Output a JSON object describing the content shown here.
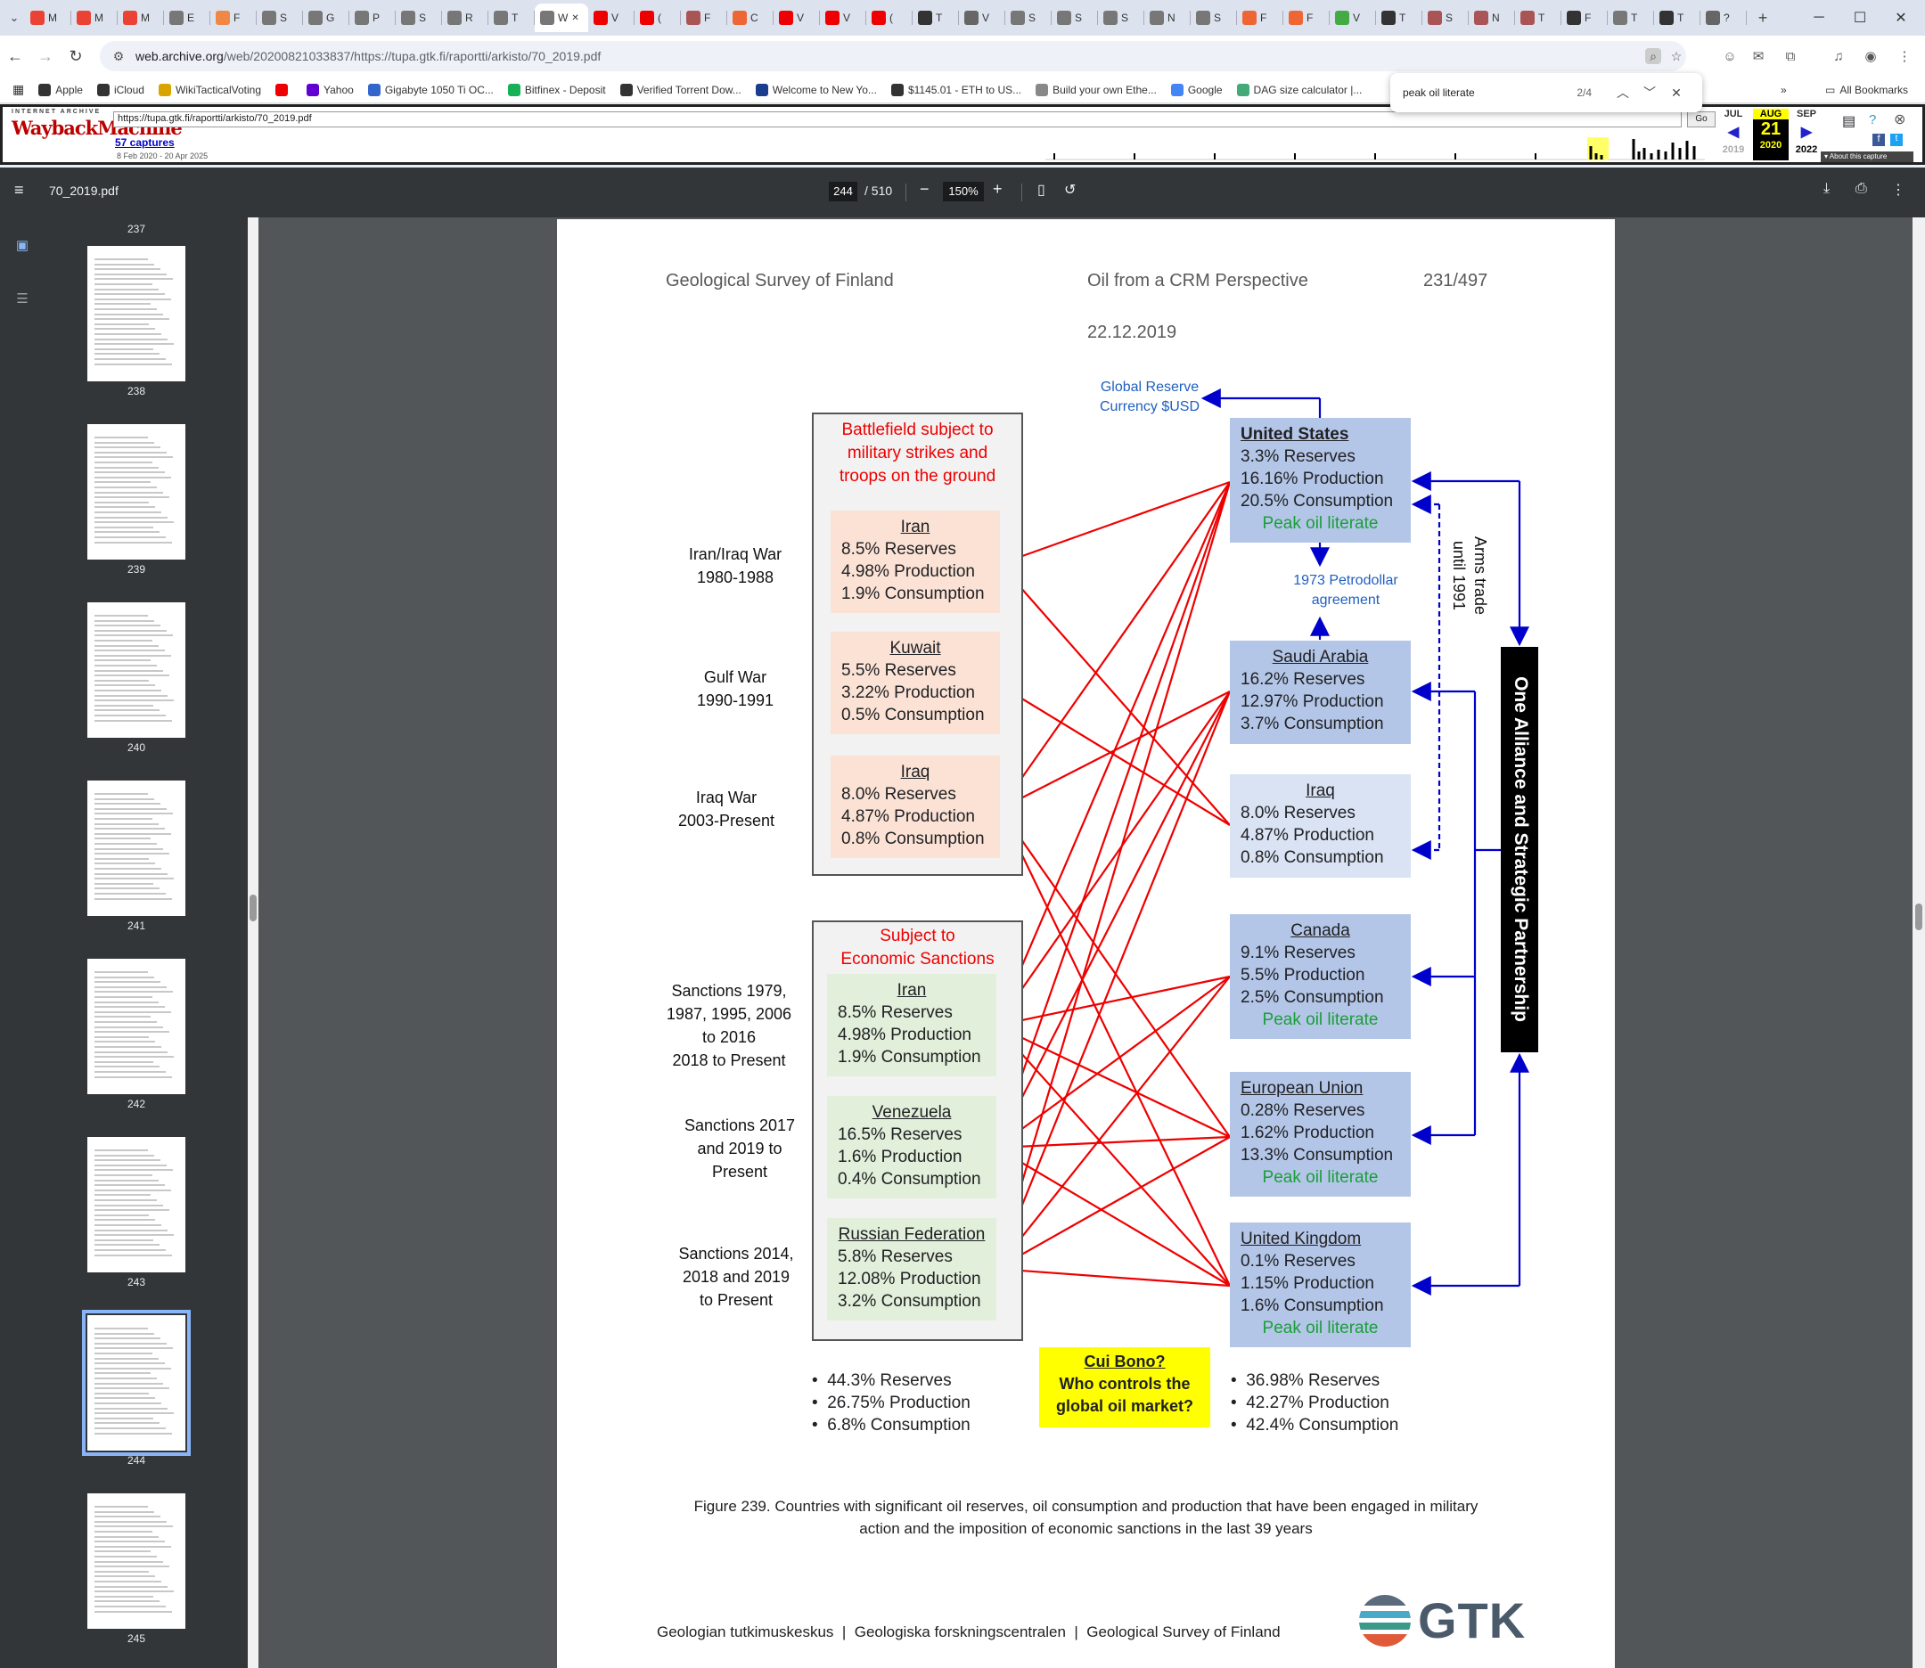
{
  "tabs": [
    {
      "label": "M",
      "color": "#ea4335"
    },
    {
      "label": "M",
      "color": "#ea4335"
    },
    {
      "label": "M",
      "color": "#ea4335"
    },
    {
      "label": "E",
      "color": "#777"
    },
    {
      "label": "F",
      "color": "#e84"
    },
    {
      "label": "S",
      "color": "#777"
    },
    {
      "label": "G",
      "color": "#777"
    },
    {
      "label": "P",
      "color": "#777"
    },
    {
      "label": "S",
      "color": "#777"
    },
    {
      "label": "R",
      "color": "#777"
    },
    {
      "label": "T",
      "color": "#777"
    },
    {
      "label": "W",
      "color": "#777",
      "active": true
    },
    {
      "label": "V",
      "color": "#e00"
    },
    {
      "label": "(",
      "color": "#e00"
    },
    {
      "label": "F",
      "color": "#a55"
    },
    {
      "label": "C",
      "color": "#e63"
    },
    {
      "label": "V",
      "color": "#e00"
    },
    {
      "label": "V",
      "color": "#e00"
    },
    {
      "label": "(",
      "color": "#e00"
    },
    {
      "label": "T",
      "color": "#333"
    },
    {
      "label": "V",
      "color": "#666"
    },
    {
      "label": "S",
      "color": "#777"
    },
    {
      "label": "S",
      "color": "#777"
    },
    {
      "label": "S",
      "color": "#777"
    },
    {
      "label": "N",
      "color": "#777"
    },
    {
      "label": "S",
      "color": "#777"
    },
    {
      "label": "F",
      "color": "#e63"
    },
    {
      "label": "F",
      "color": "#e63"
    },
    {
      "label": "V",
      "color": "#4a4"
    },
    {
      "label": "T",
      "color": "#333"
    },
    {
      "label": "S",
      "color": "#a55"
    },
    {
      "label": "N",
      "color": "#a55"
    },
    {
      "label": "T",
      "color": "#a55"
    },
    {
      "label": "F",
      "color": "#333"
    },
    {
      "label": "T",
      "color": "#777"
    },
    {
      "label": "T",
      "color": "#333"
    },
    {
      "label": "?",
      "color": "#666"
    }
  ],
  "address": {
    "host": "web.archive.org",
    "path": "/web/20200821033837/https://tupa.gtk.fi/raportti/arkisto/70_2019.pdf"
  },
  "bookmarks": [
    {
      "label": "Apple",
      "color": "#333"
    },
    {
      "label": "iCloud",
      "color": "#333"
    },
    {
      "label": "WikiTacticalVoting",
      "color": "#d9a400"
    },
    {
      "label": "",
      "color": "#e00"
    },
    {
      "label": "Yahoo",
      "color": "#6001d2"
    },
    {
      "label": "Gigabyte 1050 Ti OC...",
      "color": "#36c"
    },
    {
      "label": "Bitfinex - Deposit",
      "color": "#16b157"
    },
    {
      "label": "Verified Torrent Dow...",
      "color": "#333"
    },
    {
      "label": "Welcome to New Yo...",
      "color": "#1a3d8f"
    },
    {
      "label": "$1145.01 - ETH to US...",
      "color": "#333"
    },
    {
      "label": "Build your own Ethe...",
      "color": "#888"
    },
    {
      "label": "Google",
      "color": "#4285f4"
    },
    {
      "label": "DAG size calculator |...",
      "color": "#4a7"
    }
  ],
  "bookmarks_all": "All Bookmarks",
  "find": {
    "query": "peak oil literate",
    "count": "2/4"
  },
  "wayback": {
    "url": "https://tupa.gtk.fi/raportti/arkisto/70_2019.pdf",
    "go": "Go",
    "captures": "57 captures",
    "range": "8 Feb 2020 - 20 Apr 2025",
    "ia_text": "INTERNET ARCHIVE",
    "logo": "WaybackMachine",
    "months": [
      "JUL",
      "AUG",
      "SEP"
    ],
    "day": "21",
    "years": [
      "2019",
      "2020",
      "2022"
    ],
    "about": "About this capture"
  },
  "pdf": {
    "filename": "70_2019.pdf",
    "page": "244",
    "total": "/ 510",
    "zoom": "150%"
  },
  "thumbs": [
    {
      "label": "237"
    },
    {
      "label": "238"
    },
    {
      "label": "239"
    },
    {
      "label": "240"
    },
    {
      "label": "241"
    },
    {
      "label": "242"
    },
    {
      "label": "243"
    },
    {
      "label": "244"
    },
    {
      "label": "245"
    }
  ],
  "doc": {
    "header_left": "Geological Survey of Finland",
    "header_mid": "Oil from a CRM Perspective",
    "header_page": "231/497",
    "date": "22.12.2019",
    "global_reserve": [
      "Global Reserve",
      "Currency $USD"
    ],
    "petrodollar": [
      "1973 Petrodollar",
      "agreement"
    ],
    "arms": [
      "Arms trade",
      "until 1991"
    ],
    "alliance": "One Alliance and Strategic Partnership",
    "battlefield_title": [
      "Battlefield subject to",
      "military strikes and",
      "troops on the ground"
    ],
    "sanctions_title": [
      "Subject to",
      "Economic Sanctions"
    ],
    "war_labels": [
      [
        "Iran/Iraq War",
        "1980-1988"
      ],
      [
        "Gulf War",
        "1990-1991"
      ],
      [
        "Iraq War",
        "2003-Present"
      ]
    ],
    "sanction_labels": [
      [
        "Sanctions 1979,",
        "1987, 1995, 2006",
        "to 2016",
        "2018 to Present"
      ],
      [
        "Sanctions 2017",
        "and 2019 to",
        "Present"
      ],
      [
        "Sanctions 2014,",
        "2018 and 2019",
        "to Present"
      ]
    ],
    "left_boxes": [
      {
        "name": "Iran",
        "lines": [
          "8.5% Reserves",
          "4.98% Production",
          "1.9% Consumption"
        ]
      },
      {
        "name": "Kuwait",
        "lines": [
          "5.5% Reserves",
          "3.22% Production",
          "0.5% Consumption"
        ]
      },
      {
        "name": "Iraq",
        "lines": [
          "8.0% Reserves",
          "4.87% Production",
          "0.8% Consumption"
        ]
      },
      {
        "name": "Iran",
        "lines": [
          "8.5% Reserves",
          "4.98% Production",
          "1.9% Consumption"
        ]
      },
      {
        "name": "Venezuela",
        "lines": [
          "16.5% Reserves",
          "1.6% Production",
          "0.4% Consumption"
        ]
      },
      {
        "name": "Russian Federation",
        "lines": [
          "5.8% Reserves",
          "12.08% Production",
          "3.2% Consumption"
        ]
      }
    ],
    "right_boxes": [
      {
        "name": "United States",
        "lines": [
          "3.3% Reserves",
          "16.16% Production",
          "20.5% Consumption"
        ],
        "note": "Peak oil literate"
      },
      {
        "name": "Saudi Arabia",
        "lines": [
          "16.2% Reserves",
          "12.97% Production",
          "3.7% Consumption"
        ],
        "note": ""
      },
      {
        "name": "Iraq",
        "lines": [
          "8.0% Reserves",
          "4.87% Production",
          "0.8% Consumption"
        ],
        "note": ""
      },
      {
        "name": "Canada",
        "lines": [
          "9.1% Reserves",
          "5.5% Production",
          "2.5% Consumption"
        ],
        "note": "Peak oil literate"
      },
      {
        "name": "European Union",
        "lines": [
          "0.28% Reserves",
          "1.62% Production",
          "13.3% Consumption"
        ],
        "note": "Peak oil literate"
      },
      {
        "name": "United Kingdom",
        "lines": [
          "0.1% Reserves",
          "1.15% Production",
          "1.6% Consumption"
        ],
        "note": "Peak oil literate"
      }
    ],
    "left_totals": [
      "44.3% Reserves",
      "26.75% Production",
      "6.8% Consumption"
    ],
    "right_totals": [
      "36.98% Reserves",
      "42.27% Production",
      "42.4% Consumption"
    ],
    "cui_bono": [
      "Cui Bono?",
      "Who controls the",
      "global oil market?"
    ],
    "caption": [
      "Figure 239. Countries with significant oil reserves, oil consumption and production that have been engaged in military",
      "action and the imposition of economic sanctions in the last 39 years"
    ],
    "footer": "Geologian tutkimuskeskus  |  Geologiska forskningscentralen  |  Geological Survey of Finland",
    "logo": "GTK"
  },
  "colors": {
    "red": "#e00",
    "blue": "#00c",
    "green": "#1a9e3a",
    "rightbox": "#b4c6e7",
    "rightbox_light": "#dae3f3",
    "warbox": "#fbe2d5",
    "sancbox": "#e2efda",
    "yellow": "#ffff00"
  }
}
